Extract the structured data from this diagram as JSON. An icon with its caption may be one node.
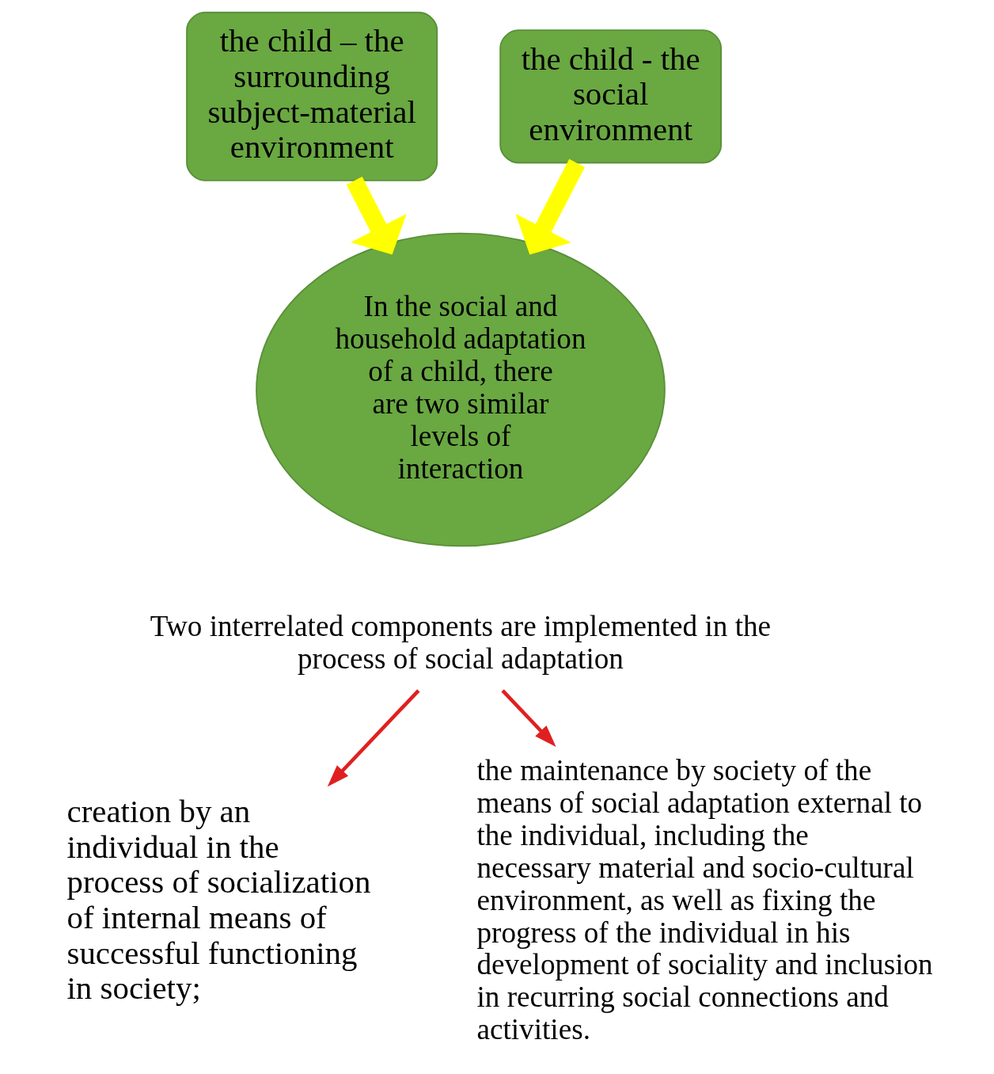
{
  "diagram": {
    "nodes": [
      {
        "text": [
          "the child – the surrounding subject-material environment"
        ]
      },
      {
        "text": [
          "the child - the social environment"
        ]
      },
      {
        "text": [
          "In the social and household adaptation of a child, there are two similar levels of interaction"
        ]
      },
      {
        "text": [
          "Two interrelated components are implemented in the process of social adaptation"
        ]
      },
      {
        "text": [
          "creation by an individual in the process of socialization of internal means of successful functioning in society;"
        ]
      },
      {
        "text": [
          "the maintenance by society of the means of social adaptation external to the individual, including the necessary material and socio-cultural environment, as well as fixing the progress of the individual in his development of sociality and inclusion in recurring social connections and activities."
        ]
      }
    ],
    "edges": [
      {
        "from": 0,
        "to": 2,
        "arrow": "to",
        "style": "thick",
        "color": "#ffff00"
      },
      {
        "from": 1,
        "to": 2,
        "arrow": "to",
        "style": "thick",
        "color": "#ffff00"
      },
      {
        "from": 3,
        "to": 4,
        "arrow": "to",
        "color": "#e02020"
      },
      {
        "from": 3,
        "to": 5,
        "arrow": "to",
        "color": "#e02020"
      }
    ]
  }
}
